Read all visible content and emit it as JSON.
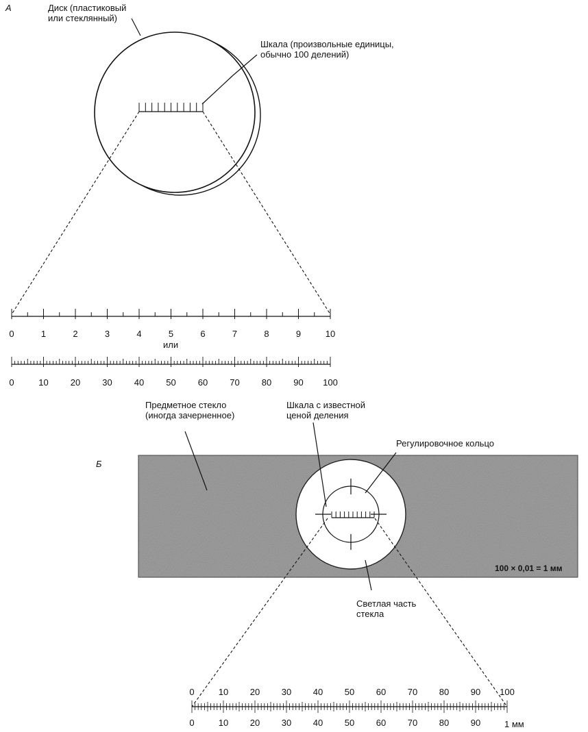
{
  "panel_a": {
    "letter": "А",
    "disk_label": [
      "Диск (пластиковый",
      "или стеклянный)"
    ],
    "scale_label": [
      "Шкала  (произвольные единицы,",
      "обычно 100 делений)"
    ],
    "scale1_numbers": [
      "0",
      "1",
      "2",
      "3",
      "4",
      "5",
      "6",
      "7",
      "8",
      "9",
      "10"
    ],
    "or_label": "или",
    "scale2_numbers": [
      "0",
      "10",
      "20",
      "30",
      "40",
      "50",
      "60",
      "70",
      "80",
      "90",
      "100"
    ]
  },
  "panel_b": {
    "letter": "Б",
    "slide_label": [
      "Предметное стекло",
      "(иногда зачерненное)"
    ],
    "known_scale_label": [
      "Шкала с известной",
      "ценой деления"
    ],
    "ring_label": "Регулировочное кольцо",
    "calibration": "100 × 0,01 = 1 мм",
    "clear_label": [
      "Светлая часть",
      "стекла"
    ],
    "top_numbers": [
      "0",
      "10",
      "20",
      "30",
      "40",
      "50",
      "60",
      "70",
      "80",
      "90",
      "100"
    ],
    "bottom_numbers": [
      "0",
      "10",
      "20",
      "30",
      "40",
      "50",
      "60",
      "70",
      "80",
      "90"
    ],
    "bottom_unit": "1 мм"
  },
  "colors": {
    "slide_fill": "#8f8f8f",
    "ink": "#111111",
    "paper": "#ffffff"
  }
}
